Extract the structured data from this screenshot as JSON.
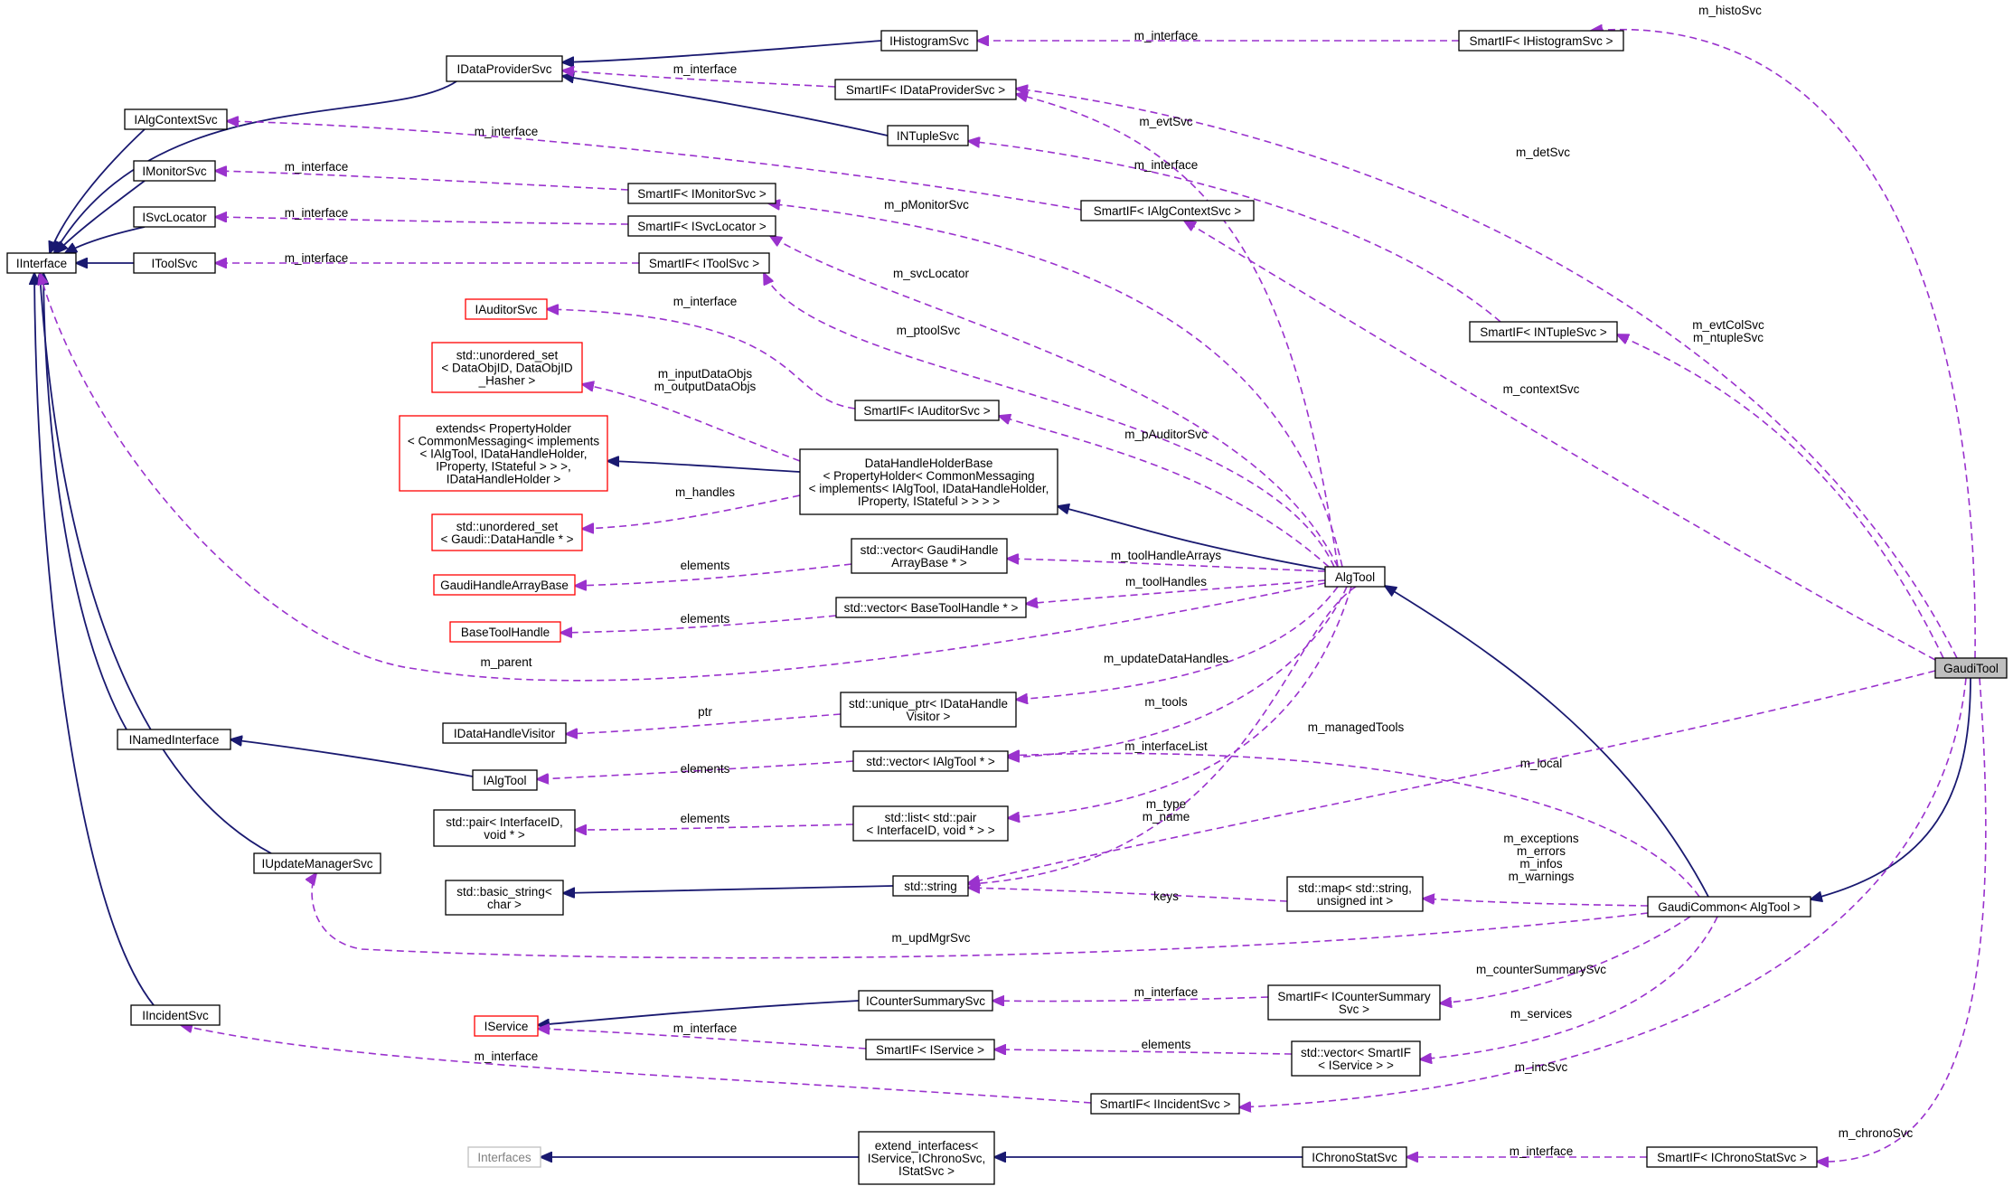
{
  "nodes": [
    {
      "id": "IDataProviderSvc",
      "label": [
        "IDataProviderSvc"
      ],
      "style": "normal"
    },
    {
      "id": "IHistogramSvc",
      "label": [
        "IHistogramSvc"
      ],
      "style": "normal"
    },
    {
      "id": "SmartIF_IHistogramSvc",
      "label": [
        "SmartIF< IHistogramSvc >"
      ],
      "style": "normal"
    },
    {
      "id": "SmartIF_IDataProviderSvc",
      "label": [
        "SmartIF< IDataProviderSvc >"
      ],
      "style": "normal"
    },
    {
      "id": "IAlgContextSvc",
      "label": [
        "IAlgContextSvc"
      ],
      "style": "normal"
    },
    {
      "id": "INTupleSvc",
      "label": [
        "INTupleSvc"
      ],
      "style": "normal"
    },
    {
      "id": "IMonitorSvc",
      "label": [
        "IMonitorSvc"
      ],
      "style": "normal"
    },
    {
      "id": "SmartIF_IMonitorSvc",
      "label": [
        "SmartIF< IMonitorSvc >"
      ],
      "style": "normal"
    },
    {
      "id": "SmartIF_IAlgContextSvc",
      "label": [
        "SmartIF< IAlgContextSvc >"
      ],
      "style": "normal"
    },
    {
      "id": "ISvcLocator",
      "label": [
        "ISvcLocator"
      ],
      "style": "normal"
    },
    {
      "id": "SmartIF_ISvcLocator",
      "label": [
        "SmartIF< ISvcLocator >"
      ],
      "style": "normal"
    },
    {
      "id": "IInterface",
      "label": [
        "IInterface"
      ],
      "style": "normal"
    },
    {
      "id": "IToolSvc",
      "label": [
        "IToolSvc"
      ],
      "style": "normal"
    },
    {
      "id": "SmartIF_IToolSvc",
      "label": [
        "SmartIF< IToolSvc >"
      ],
      "style": "normal"
    },
    {
      "id": "IAuditorSvc",
      "label": [
        "IAuditorSvc"
      ],
      "style": "red"
    },
    {
      "id": "SmartIF_INTupleSvc",
      "label": [
        "SmartIF< INTupleSvc >"
      ],
      "style": "normal"
    },
    {
      "id": "unordered_set_DataObjID",
      "label": [
        "std::unordered_set",
        "< DataObjID, DataObjID",
        "_Hasher >"
      ],
      "style": "red"
    },
    {
      "id": "SmartIF_IAuditorSvc",
      "label": [
        "SmartIF< IAuditorSvc >"
      ],
      "style": "normal"
    },
    {
      "id": "extends_PropertyHolder",
      "label": [
        "extends< PropertyHolder",
        "< CommonMessaging< implements",
        "< IAlgTool, IDataHandleHolder,",
        "IProperty, IStateful > > >,",
        "IDataHandleHolder >"
      ],
      "style": "red"
    },
    {
      "id": "DataHandleHolderBase",
      "label": [
        "DataHandleHolderBase",
        "< PropertyHolder< CommonMessaging",
        "< implements< IAlgTool, IDataHandleHolder,",
        "IProperty, IStateful > > > >"
      ],
      "style": "normal"
    },
    {
      "id": "unordered_set_DataHandle",
      "label": [
        "std::unordered_set",
        "< Gaudi::DataHandle * >"
      ],
      "style": "red"
    },
    {
      "id": "vector_GaudiHandleArrayBase",
      "label": [
        "std::vector< GaudiHandle",
        "ArrayBase * >"
      ],
      "style": "normal"
    },
    {
      "id": "GaudiHandleArrayBase",
      "label": [
        "GaudiHandleArrayBase"
      ],
      "style": "red"
    },
    {
      "id": "AlgTool",
      "label": [
        "AlgTool"
      ],
      "style": "normal"
    },
    {
      "id": "vector_BaseToolHandle",
      "label": [
        "std::vector< BaseToolHandle * >"
      ],
      "style": "normal"
    },
    {
      "id": "BaseToolHandle",
      "label": [
        "BaseToolHandle"
      ],
      "style": "red"
    },
    {
      "id": "GaudiTool",
      "label": [
        "GaudiTool"
      ],
      "style": "selected"
    },
    {
      "id": "IDataHandleVisitor",
      "label": [
        "IDataHandleVisitor"
      ],
      "style": "normal"
    },
    {
      "id": "unique_ptr_IDataHandleVisitor",
      "label": [
        "std::unique_ptr< IDataHandle",
        "Visitor >"
      ],
      "style": "normal"
    },
    {
      "id": "INamedInterface",
      "label": [
        "INamedInterface"
      ],
      "style": "normal"
    },
    {
      "id": "IAlgTool",
      "label": [
        "IAlgTool"
      ],
      "style": "normal"
    },
    {
      "id": "vector_IAlgTool",
      "label": [
        "std::vector< IAlgTool * >"
      ],
      "style": "normal"
    },
    {
      "id": "pair_InterfaceID",
      "label": [
        "std::pair< InterfaceID,",
        "void * >"
      ],
      "style": "normal"
    },
    {
      "id": "list_pair",
      "label": [
        "std::list< std::pair",
        "< InterfaceID, void * > >"
      ],
      "style": "normal"
    },
    {
      "id": "IUpdateManagerSvc",
      "label": [
        "IUpdateManagerSvc"
      ],
      "style": "normal"
    },
    {
      "id": "basic_string",
      "label": [
        "std::basic_string<",
        "char >"
      ],
      "style": "normal"
    },
    {
      "id": "std_string",
      "label": [
        "std::string"
      ],
      "style": "normal"
    },
    {
      "id": "map_string_uint",
      "label": [
        "std::map< std::string,",
        "unsigned int >"
      ],
      "style": "normal"
    },
    {
      "id": "GaudiCommon_AlgTool",
      "label": [
        "GaudiCommon< AlgTool >"
      ],
      "style": "normal"
    },
    {
      "id": "ICounterSummarySvc",
      "label": [
        "ICounterSummarySvc"
      ],
      "style": "normal"
    },
    {
      "id": "SmartIF_ICounterSummarySvc",
      "label": [
        "SmartIF< ICounterSummary",
        "Svc >"
      ],
      "style": "normal"
    },
    {
      "id": "IIncidentSvc",
      "label": [
        "IIncidentSvc"
      ],
      "style": "normal"
    },
    {
      "id": "IService",
      "label": [
        "IService"
      ],
      "style": "red"
    },
    {
      "id": "SmartIF_IService",
      "label": [
        "SmartIF< IService >"
      ],
      "style": "normal"
    },
    {
      "id": "vector_SmartIF_IService",
      "label": [
        "std::vector< SmartIF",
        "< IService > >"
      ],
      "style": "normal"
    },
    {
      "id": "SmartIF_IIncidentSvc",
      "label": [
        "SmartIF< IIncidentSvc >"
      ],
      "style": "normal"
    },
    {
      "id": "Interfaces",
      "label": [
        "Interfaces"
      ],
      "style": "grey"
    },
    {
      "id": "extend_interfaces",
      "label": [
        "extend_interfaces<",
        "IService, IChronoSvc,",
        "IStatSvc >"
      ],
      "style": "normal"
    },
    {
      "id": "IChronoStatSvc",
      "label": [
        "IChronoStatSvc"
      ],
      "style": "normal"
    },
    {
      "id": "SmartIF_IChronoStatSvc",
      "label": [
        "SmartIF< IChronoStatSvc >"
      ],
      "style": "normal"
    }
  ],
  "edges": [
    {
      "from": "IDataProviderSvc",
      "to": "IInterface",
      "kind": "inherit",
      "label": ""
    },
    {
      "from": "IAlgContextSvc",
      "to": "IInterface",
      "kind": "inherit",
      "label": ""
    },
    {
      "from": "IMonitorSvc",
      "to": "IInterface",
      "kind": "inherit",
      "label": ""
    },
    {
      "from": "ISvcLocator",
      "to": "IInterface",
      "kind": "inherit",
      "label": ""
    },
    {
      "from": "IToolSvc",
      "to": "IInterface",
      "kind": "inherit",
      "label": ""
    },
    {
      "from": "INamedInterface",
      "to": "IInterface",
      "kind": "inherit",
      "label": ""
    },
    {
      "from": "IUpdateManagerSvc",
      "to": "IInterface",
      "kind": "inherit",
      "label": ""
    },
    {
      "from": "IIncidentSvc",
      "to": "IInterface",
      "kind": "inherit",
      "label": ""
    },
    {
      "from": "IHistogramSvc",
      "to": "IDataProviderSvc",
      "kind": "inherit",
      "label": ""
    },
    {
      "from": "INTupleSvc",
      "to": "IDataProviderSvc",
      "kind": "inherit",
      "label": ""
    },
    {
      "from": "IAlgTool",
      "to": "INamedInterface",
      "kind": "inherit",
      "label": ""
    },
    {
      "from": "DataHandleHolderBase",
      "to": "extends_PropertyHolder",
      "kind": "inherit",
      "label": ""
    },
    {
      "from": "AlgTool",
      "to": "DataHandleHolderBase",
      "kind": "inherit",
      "label": ""
    },
    {
      "from": "GaudiCommon_AlgTool",
      "to": "AlgTool",
      "kind": "inherit",
      "label": ""
    },
    {
      "from": "GaudiTool",
      "to": "GaudiCommon_AlgTool",
      "kind": "inherit",
      "label": ""
    },
    {
      "from": "std_string",
      "to": "basic_string",
      "kind": "inherit",
      "label": ""
    },
    {
      "from": "ICounterSummarySvc",
      "to": "IService",
      "kind": "inherit",
      "label": ""
    },
    {
      "from": "extend_interfaces",
      "to": "Interfaces",
      "kind": "inherit",
      "label": ""
    },
    {
      "from": "IChronoStatSvc",
      "to": "extend_interfaces",
      "kind": "inherit",
      "label": ""
    },
    {
      "from": "SmartIF_IHistogramSvc",
      "to": "IHistogramSvc",
      "kind": "use",
      "label": "m_interface"
    },
    {
      "from": "SmartIF_IDataProviderSvc",
      "to": "IDataProviderSvc",
      "kind": "use",
      "label": "m_interface"
    },
    {
      "from": "SmartIF_IAlgContextSvc",
      "to": "IAlgContextSvc",
      "kind": "use",
      "label": "m_interface"
    },
    {
      "from": "SmartIF_IMonitorSvc",
      "to": "IMonitorSvc",
      "kind": "use",
      "label": "m_interface"
    },
    {
      "from": "SmartIF_ISvcLocator",
      "to": "ISvcLocator",
      "kind": "use",
      "label": "m_interface"
    },
    {
      "from": "SmartIF_IToolSvc",
      "to": "IToolSvc",
      "kind": "use",
      "label": "m_interface"
    },
    {
      "from": "SmartIF_INTupleSvc",
      "to": "INTupleSvc",
      "kind": "use",
      "label": "m_interface"
    },
    {
      "from": "SmartIF_IAuditorSvc",
      "to": "IAuditorSvc",
      "kind": "use",
      "label": "m_interface"
    },
    {
      "from": "DataHandleHolderBase",
      "to": "unordered_set_DataObjID",
      "kind": "use",
      "label": "m_inputDataObjs\nm_outputDataObjs"
    },
    {
      "from": "DataHandleHolderBase",
      "to": "unordered_set_DataHandle",
      "kind": "use",
      "label": "m_handles"
    },
    {
      "from": "vector_GaudiHandleArrayBase",
      "to": "GaudiHandleArrayBase",
      "kind": "use",
      "label": "elements"
    },
    {
      "from": "vector_BaseToolHandle",
      "to": "BaseToolHandle",
      "kind": "use",
      "label": "elements"
    },
    {
      "from": "unique_ptr_IDataHandleVisitor",
      "to": "IDataHandleVisitor",
      "kind": "use",
      "label": "ptr"
    },
    {
      "from": "vector_IAlgTool",
      "to": "IAlgTool",
      "kind": "use",
      "label": "elements"
    },
    {
      "from": "list_pair",
      "to": "pair_InterfaceID",
      "kind": "use",
      "label": "elements"
    },
    {
      "from": "map_string_uint",
      "to": "std_string",
      "kind": "use",
      "label": "keys"
    },
    {
      "from": "SmartIF_ICounterSummarySvc",
      "to": "ICounterSummarySvc",
      "kind": "use",
      "label": "m_interface"
    },
    {
      "from": "SmartIF_IService",
      "to": "IService",
      "kind": "use",
      "label": "m_interface"
    },
    {
      "from": "vector_SmartIF_IService",
      "to": "SmartIF_IService",
      "kind": "use",
      "label": "elements"
    },
    {
      "from": "SmartIF_IIncidentSvc",
      "to": "IIncidentSvc",
      "kind": "use",
      "label": "m_interface"
    },
    {
      "from": "SmartIF_IChronoStatSvc",
      "to": "IChronoStatSvc",
      "kind": "use",
      "label": "m_interface"
    },
    {
      "from": "AlgTool",
      "to": "SmartIF_IDataProviderSvc",
      "kind": "use",
      "label": "m_evtSvc"
    },
    {
      "from": "AlgTool",
      "to": "SmartIF_IMonitorSvc",
      "kind": "use",
      "label": "m_pMonitorSvc"
    },
    {
      "from": "AlgTool",
      "to": "SmartIF_ISvcLocator",
      "kind": "use",
      "label": "m_svcLocator"
    },
    {
      "from": "AlgTool",
      "to": "SmartIF_IToolSvc",
      "kind": "use",
      "label": "m_ptoolSvc"
    },
    {
      "from": "AlgTool",
      "to": "SmartIF_IAuditorSvc",
      "kind": "use",
      "label": "m_pAuditorSvc"
    },
    {
      "from": "AlgTool",
      "to": "vector_GaudiHandleArrayBase",
      "kind": "use",
      "label": "m_toolHandleArrays"
    },
    {
      "from": "AlgTool",
      "to": "vector_BaseToolHandle",
      "kind": "use",
      "label": "m_toolHandles"
    },
    {
      "from": "AlgTool",
      "to": "IInterface",
      "kind": "use",
      "label": "m_parent"
    },
    {
      "from": "AlgTool",
      "to": "unique_ptr_IDataHandleVisitor",
      "kind": "use",
      "label": "m_updateDataHandles"
    },
    {
      "from": "AlgTool",
      "to": "vector_IAlgTool",
      "kind": "use",
      "label": "m_tools"
    },
    {
      "from": "AlgTool",
      "to": "list_pair",
      "kind": "use",
      "label": "m_interfaceList"
    },
    {
      "from": "AlgTool",
      "to": "std_string",
      "kind": "use",
      "label": "m_type\nm_name"
    },
    {
      "from": "GaudiTool",
      "to": "SmartIF_IHistogramSvc",
      "kind": "use",
      "label": "m_histoSvc"
    },
    {
      "from": "GaudiTool",
      "to": "SmartIF_IDataProviderSvc",
      "kind": "use",
      "label": "m_detSvc"
    },
    {
      "from": "GaudiTool",
      "to": "SmartIF_INTupleSvc",
      "kind": "use",
      "label": "m_evtColSvc\nm_ntupleSvc"
    },
    {
      "from": "GaudiTool",
      "to": "SmartIF_IAlgContextSvc",
      "kind": "use",
      "label": "m_contextSvc"
    },
    {
      "from": "GaudiTool",
      "to": "std_string",
      "kind": "use",
      "label": "m_local"
    },
    {
      "from": "GaudiTool",
      "to": "SmartIF_IIncidentSvc",
      "kind": "use",
      "label": "m_incSvc"
    },
    {
      "from": "GaudiTool",
      "to": "SmartIF_IChronoStatSvc",
      "kind": "use",
      "label": "m_chronoSvc"
    },
    {
      "from": "GaudiCommon_AlgTool",
      "to": "vector_IAlgTool",
      "kind": "use",
      "label": "m_managedTools"
    },
    {
      "from": "GaudiCommon_AlgTool",
      "to": "map_string_uint",
      "kind": "use",
      "label": "m_exceptions\nm_errors\nm_infos\nm_warnings"
    },
    {
      "from": "GaudiCommon_AlgTool",
      "to": "IUpdateManagerSvc",
      "kind": "use",
      "label": "m_updMgrSvc"
    },
    {
      "from": "GaudiCommon_AlgTool",
      "to": "SmartIF_ICounterSummarySvc",
      "kind": "use",
      "label": "m_counterSummarySvc"
    },
    {
      "from": "GaudiCommon_AlgTool",
      "to": "vector_SmartIF_IService",
      "kind": "use",
      "label": "m_services"
    }
  ]
}
